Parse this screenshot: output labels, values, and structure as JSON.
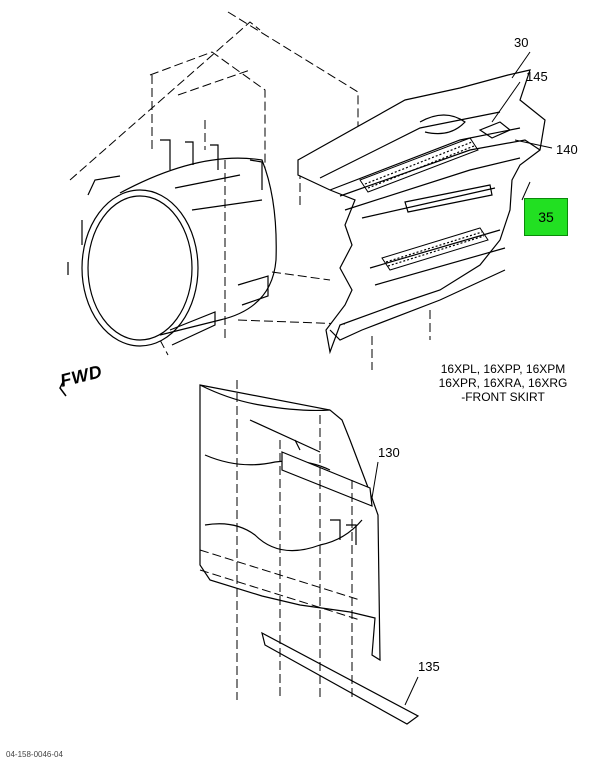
{
  "callouts": {
    "c30": "30",
    "c145": "145",
    "c140": "140",
    "c35": "35",
    "c130": "130",
    "c135": "135"
  },
  "fwd_label": "FWD",
  "caption_lines": [
    "16XPL, 16XPP, 16XPM",
    "16XPR, 16XRA, 16XRG",
    "-FRONT SKIRT"
  ],
  "footer_code": "04-158-0046-04",
  "colors": {
    "highlight": "#22e022",
    "line": "#000000"
  }
}
